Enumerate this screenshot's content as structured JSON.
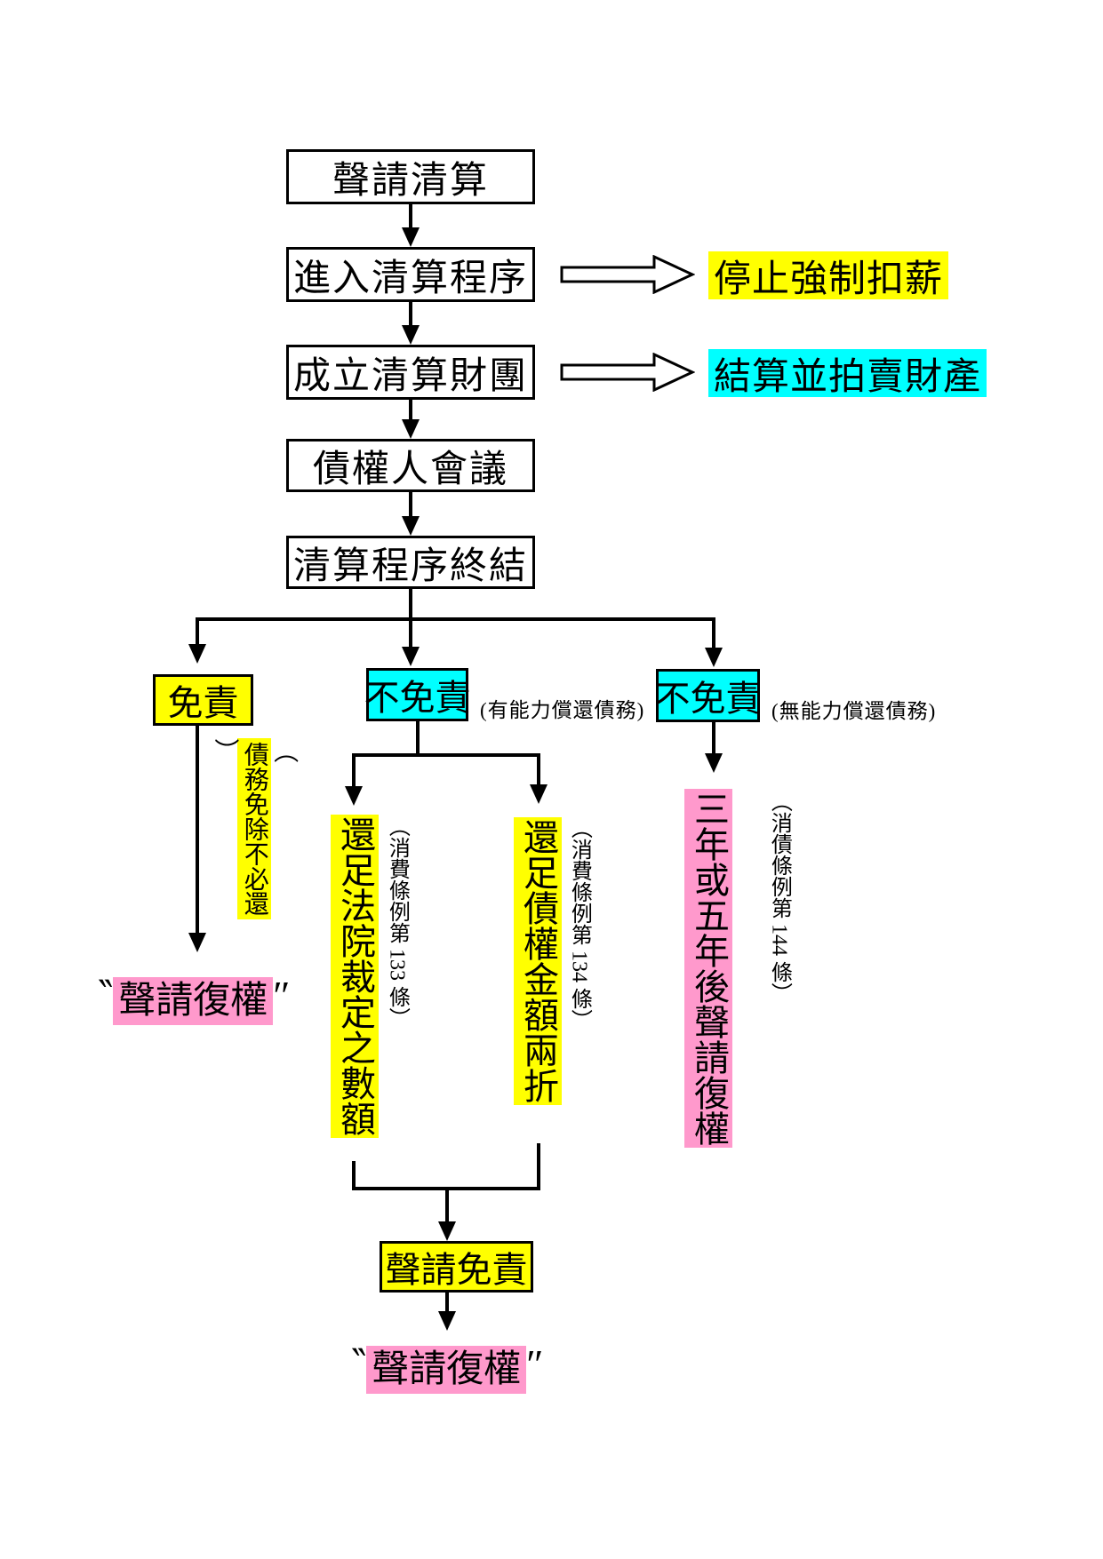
{
  "colors": {
    "highlight_yellow": "#ffff00",
    "highlight_cyan": "#00ffff",
    "highlight_pink": "#ff99cc",
    "line_black": "#000000"
  },
  "main_flow": {
    "step_1": "聲請清算",
    "step_2": "進入清算程序",
    "step_2_effect": "停止強制扣薪",
    "step_3": "成立清算財團",
    "step_3_effect": "結算並拍賣財產",
    "step_4": "債權人會議",
    "step_5": "清算程序終結"
  },
  "branch_exempt": {
    "label": "免責",
    "note_paren_open": "（",
    "note": "債務免除不必還",
    "note_paren_close": "）",
    "result_quote_open": "‶",
    "result": "聲請復權",
    "result_quote_close": "″"
  },
  "branch_not_exempt_able": {
    "label": "不免責",
    "condition": "(有能力償還債務)",
    "option_1": "還足法院裁定之數額",
    "option_1_ref": "（消費條例第 133 條）",
    "option_2": "還足債權金額兩折",
    "option_2_ref": "（消費條例第 134 條）",
    "apply_label": "聲請免責",
    "result_quote_open": "‶",
    "result": "聲請復權",
    "result_quote_close": "″"
  },
  "branch_not_exempt_unable": {
    "label": "不免責",
    "condition": "(無能力償還債務)",
    "outcome": "三年或五年後聲請復權",
    "outcome_ref": "（消債條例第 144 條）"
  }
}
